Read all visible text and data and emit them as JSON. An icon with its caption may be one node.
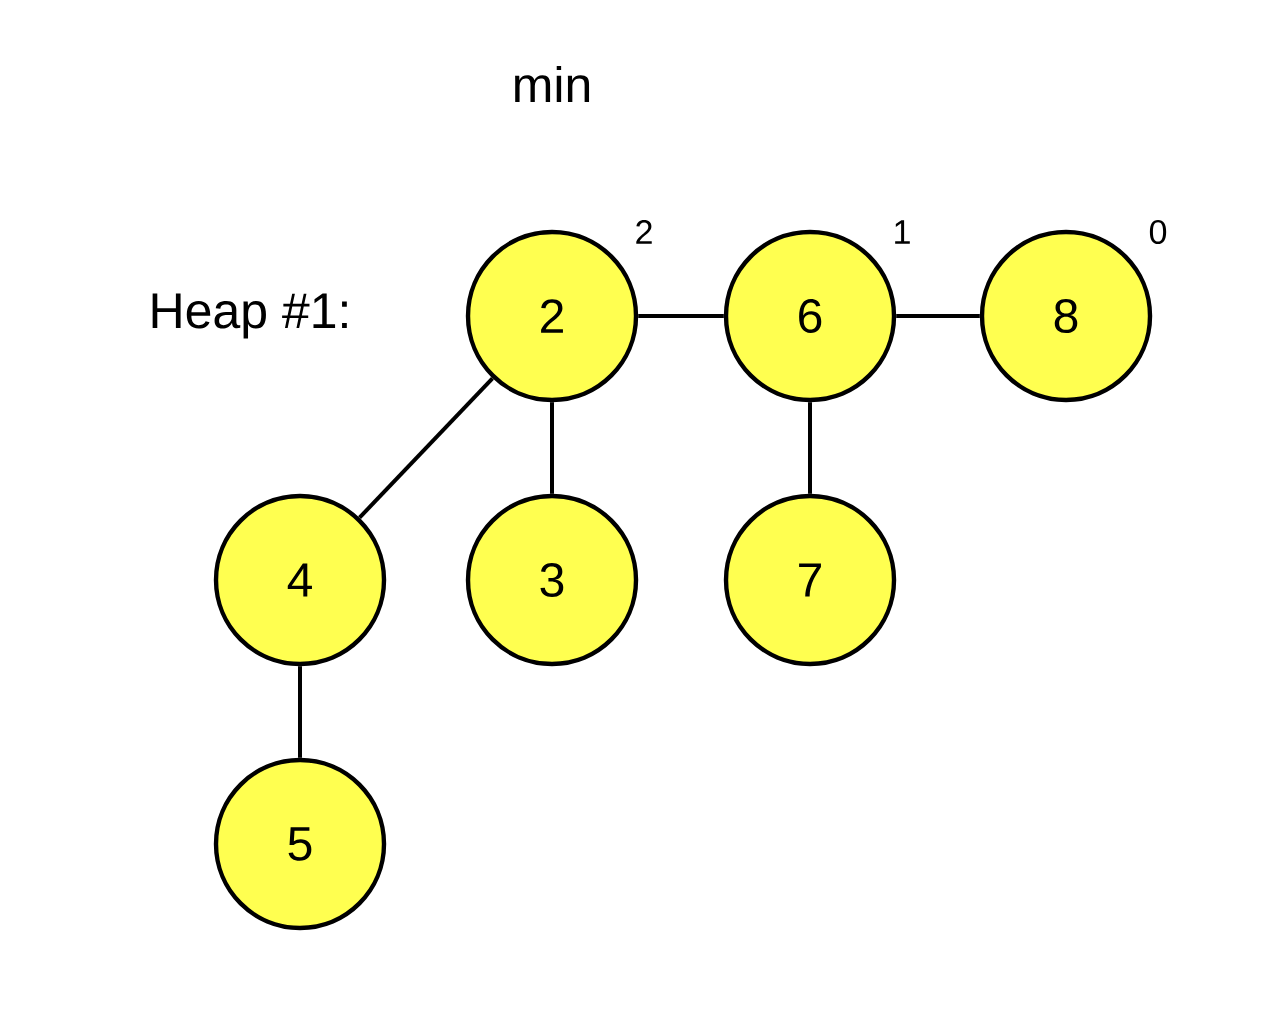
{
  "diagram": {
    "nodes": [
      {
        "text": [
          "2"
        ],
        "beside": [
          "2"
        ]
      },
      {
        "text": [
          "6"
        ],
        "beside": [
          "1"
        ]
      },
      {
        "text": [
          "8"
        ],
        "beside": [
          "0"
        ]
      },
      {
        "text": [
          "4"
        ]
      },
      {
        "text": [
          "3"
        ]
      },
      {
        "text": [
          "7"
        ]
      },
      {
        "text": [
          "5"
        ]
      }
    ],
    "edges": [
      {
        "from": 0,
        "to": 1,
        "arrow": "none"
      },
      {
        "from": 1,
        "to": 2,
        "arrow": "none"
      },
      {
        "from": 0,
        "to": 3,
        "arrow": "none"
      },
      {
        "from": 0,
        "to": 4,
        "arrow": "none"
      },
      {
        "from": 1,
        "to": 5,
        "arrow": "none"
      },
      {
        "from": 3,
        "to": 6,
        "arrow": "none"
      }
    ],
    "labels": [
      "min",
      "Heap #1:"
    ]
  }
}
